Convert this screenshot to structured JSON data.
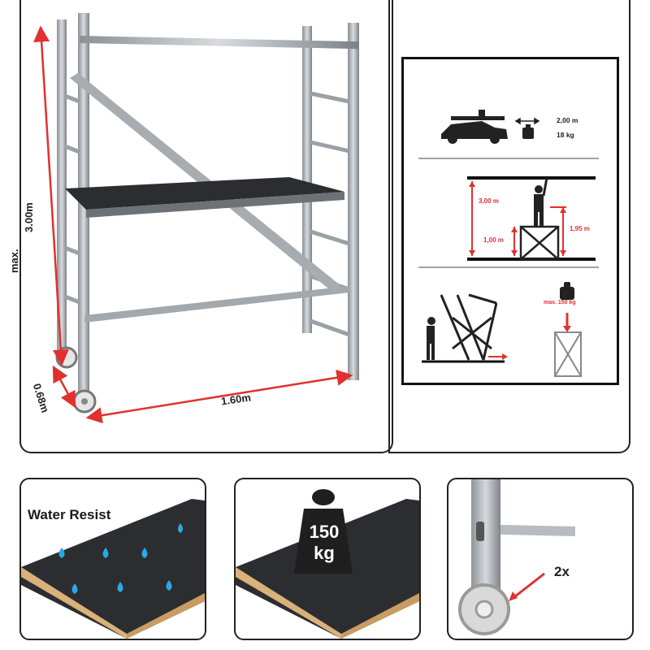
{
  "dimensions": {
    "height": "3.00m",
    "height_prefix": "max.",
    "width": "1.60m",
    "depth": "0.68m"
  },
  "info_panel": {
    "transport": {
      "length": "2,00 m",
      "weight": "18 kg"
    },
    "heights": {
      "total": "3,00 m",
      "platform_low": "1,00 m",
      "platform_high": "1,95 m"
    },
    "load": {
      "label": "max. 150 kg"
    }
  },
  "features": {
    "water": {
      "label": "Water Resist",
      "drop_color": "#2aa8e6"
    },
    "capacity": {
      "number": "150",
      "unit": "kg"
    },
    "wheels": {
      "count": "2x"
    }
  },
  "colors": {
    "measure_red": "#e0312f",
    "frame_grey": "#9aa0a6",
    "board_dark": "#2c2d30",
    "plywood": "#d9b27a"
  }
}
